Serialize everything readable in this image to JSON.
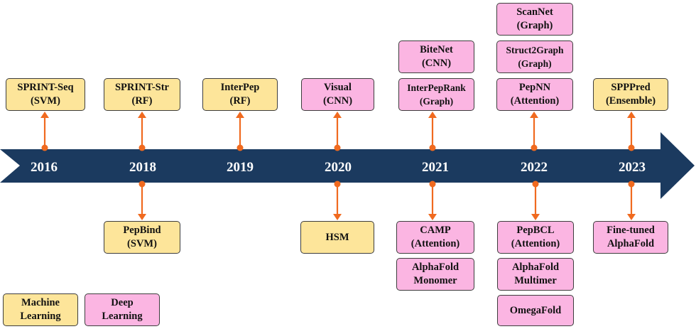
{
  "colors": {
    "arrow": "#1b3a5f",
    "connector": "#f06a1f",
    "machine_learning": "#fde59a",
    "deep_learning": "#fbb5e2",
    "border": "#3d3d3d"
  },
  "years": [
    "2016",
    "2018",
    "2019",
    "2020",
    "2021",
    "2022",
    "2023"
  ],
  "methods": {
    "sprint_seq": {
      "name": "SPRINT-Seq",
      "type": "(SVM)"
    },
    "sprint_str": {
      "name": "SPRINT-Str",
      "type": "(RF)"
    },
    "interpep": {
      "name": "InterPep",
      "type": "(RF)"
    },
    "visual": {
      "name": "Visual",
      "type": "(CNN)"
    },
    "bitenet": {
      "name": "BiteNet",
      "type": "(CNN)"
    },
    "interpeprank": {
      "name": "InterPepRank",
      "type": "(Graph)"
    },
    "scannet": {
      "name": "ScanNet",
      "type": "(Graph)"
    },
    "struct2graph": {
      "name": "Struct2Graph",
      "type": "(Graph)"
    },
    "pepnn": {
      "name": "PepNN",
      "type": "(Attention)"
    },
    "spppred": {
      "name": "SPPPred",
      "type": "(Ensemble)"
    },
    "pepbind": {
      "name": "PepBind",
      "type": "(SVM)"
    },
    "hsm": {
      "name": "HSM"
    },
    "camp": {
      "name": "CAMP",
      "type": "(Attention)"
    },
    "alphafold_monomer": {
      "name": "AlphaFold",
      "type": "Monomer"
    },
    "pepbcl": {
      "name": "PepBCL",
      "type": "(Attention)"
    },
    "alphafold_multimer": {
      "name": "AlphaFold",
      "type": "Multimer"
    },
    "omegafold": {
      "name": "OmegaFold"
    },
    "finetuned_alphafold": {
      "name": "Fine-tuned",
      "type": "AlphaFold"
    }
  },
  "legend": {
    "machine_learning": {
      "line1": "Machine",
      "line2": "Learning"
    },
    "deep_learning": {
      "line1": "Deep",
      "line2": "Learning"
    }
  }
}
